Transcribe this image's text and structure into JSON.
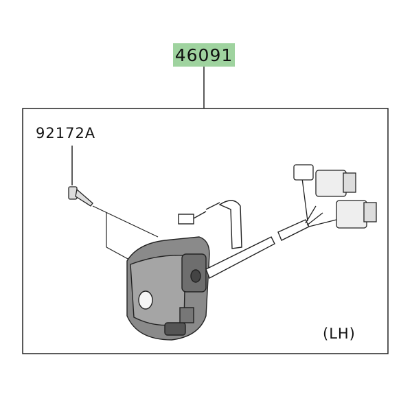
{
  "diagram": {
    "main_part_number": "46091",
    "bolt_part_number": "92172A",
    "side_label": "(LH)",
    "label_highlight_color": "#9fd39f"
  }
}
